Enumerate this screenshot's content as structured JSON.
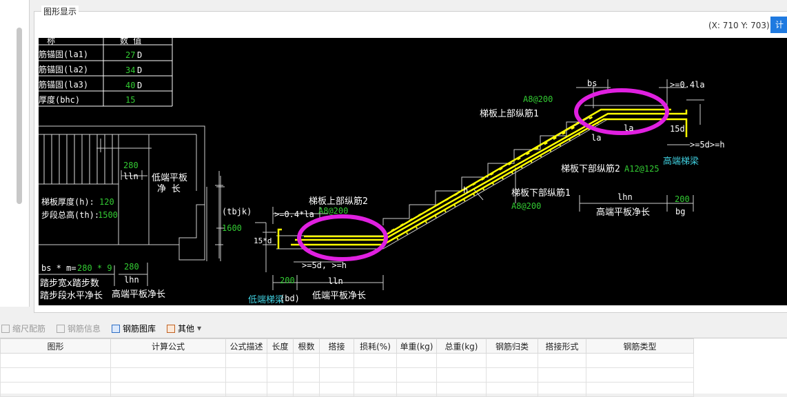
{
  "panel": {
    "title": "图形显示",
    "coords": "(X: 710 Y: 703)",
    "calc_button": "计"
  },
  "params_table": {
    "header_name": "称",
    "header_value": "数  值",
    "rows": [
      {
        "name": "筋锚固(la1)",
        "value": "27",
        "unit": "D"
      },
      {
        "name": "筋锚固(la2)",
        "value": "34",
        "unit": "D"
      },
      {
        "name": "筋锚固(la3)",
        "value": "40",
        "unit": "D"
      },
      {
        "name": "厚度(bhc)",
        "value": "15",
        "unit": ""
      }
    ]
  },
  "drawing": {
    "lln_value": "280",
    "lln": "lln",
    "low_platform_label": "低端平板",
    "net_length": "净  长",
    "slab_thickness_label": "梯板厚度(h):",
    "slab_thickness_value": "120",
    "step_total_height_label": "步段总高(th):",
    "step_total_height_value": "1500",
    "bs_m_label": "bs * m=",
    "bs_m_value": "280 * 9",
    "lhn_value": "280",
    "lhn": "lhn",
    "step_width_label": "踏步宽x踏步数",
    "step_horizontal_label": "踏步段水平净长",
    "high_platform_net_left": "高端平板净长",
    "tbjk": "(tbjk)",
    "v1600": "1600",
    "v15d_left": "15*d",
    "ge04la_left": ">=0.4*la",
    "a8_200_left": "A8@200",
    "upper_rebar2": "梯板上部纵筋2",
    "ge5d_left": ">=5d, >=h",
    "v200_left": "200",
    "lln_bottom": "lln",
    "low_beam": "低端梯梁",
    "bd": "(bd)",
    "low_platform_net": "低端平板净长",
    "h_label": "h",
    "lower_rebar1": "梯板下部纵筋1",
    "a8_200_mid": "A8@200",
    "upper_rebar1": "梯板上部纵筋1",
    "a8_200_top": "A8@200",
    "bs": "bs",
    "ge04la_right": ">=0.4la",
    "la1": "la",
    "la2": "la",
    "v15d_right": "15d",
    "ge5d_right": ">=5d>=h",
    "high_beam": "高端梯梁",
    "lower_rebar2": "梯板下部纵筋2",
    "a12_125": "A12@125",
    "lhn_right": "lhn",
    "v200_right": "200",
    "high_platform_net": "高端平板净长",
    "bg": "bg"
  },
  "toolbar": {
    "scale_rebar": "缩尺配筋",
    "rebar_info": "钢筋信息",
    "rebar_library": "钢筋图库",
    "other": "其他"
  },
  "grid": {
    "columns": [
      "图形",
      "计算公式",
      "公式描述",
      "长度",
      "根数",
      "搭接",
      "损耗(%)",
      "单重(kg)",
      "总重(kg)",
      "钢筋归类",
      "搭接形式",
      "钢筋类型"
    ]
  },
  "colors": {
    "rebar": "#ffff00",
    "highlight": "#e020e0",
    "green_text": "#33cc33",
    "cyan_text": "#40d0e0"
  }
}
